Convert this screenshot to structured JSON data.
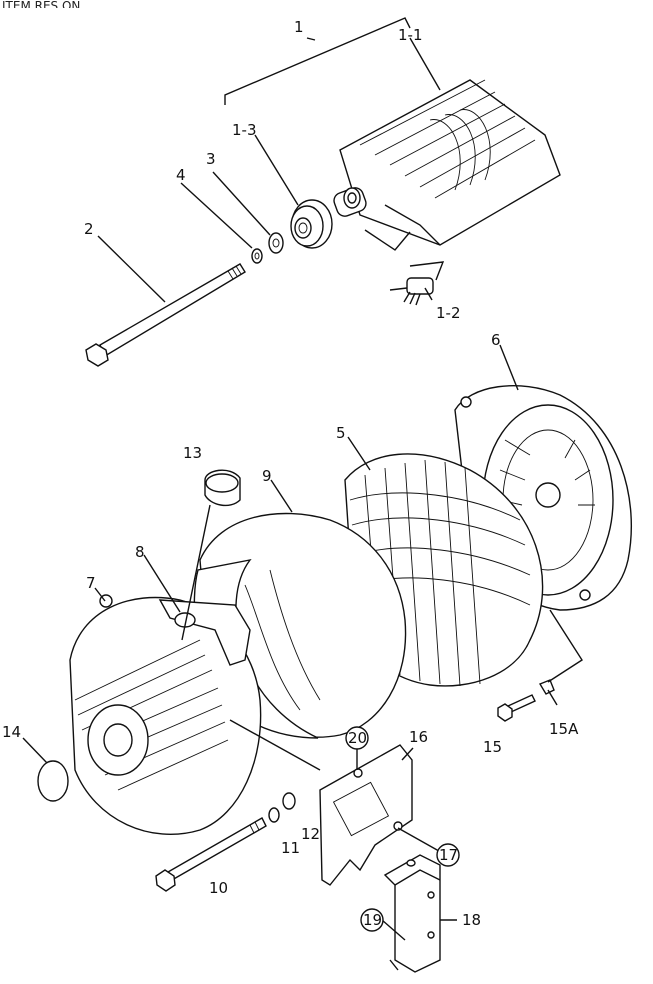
{
  "header": {
    "title_fragment": "ITEM RES.ON"
  },
  "callouts": {
    "c1": "1",
    "c1_1": "1-1",
    "c1_2": "1-2",
    "c1_3": "1-3",
    "c2": "2",
    "c3": "3",
    "c4": "4",
    "c5": "5",
    "c6": "6",
    "c7": "7",
    "c8": "8",
    "c9": "9",
    "c10": "10",
    "c11": "11",
    "c12": "12",
    "c13": "13",
    "c14": "14",
    "c15": "15",
    "c15a": "15A",
    "c16": "16",
    "c17": "17",
    "c18": "18",
    "c19": "19",
    "c20": "20"
  }
}
